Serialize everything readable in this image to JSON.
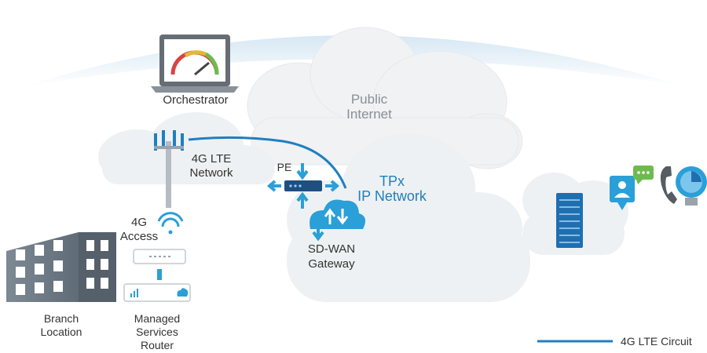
{
  "labels": {
    "orchestrator": "Orchestrator",
    "public_internet_1": "Public",
    "public_internet_2": "Internet",
    "lte_network_1": "4G LTE",
    "lte_network_2": "Network",
    "pe": "PE",
    "tpx_1": "TPx",
    "tpx_2": "IP Network",
    "access_1": "4G",
    "access_2": "Access",
    "sdwan_1": "SD-WAN",
    "sdwan_2": "Gateway",
    "branch_1": "Branch",
    "branch_2": "Location",
    "managed_1": "Managed",
    "managed_2": "Services",
    "managed_3": "Router"
  },
  "legend": {
    "label": "4G LTE Circuit"
  },
  "colors": {
    "brand_blue": "#1f7fc0",
    "icon_blue": "#2a9fd8",
    "cloud": "#f2f4f6",
    "text": "#333333",
    "muted": "#8a8f96"
  }
}
